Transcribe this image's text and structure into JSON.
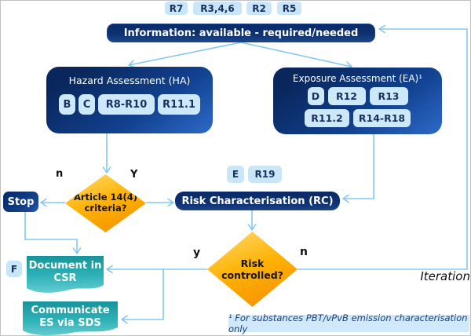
{
  "colors": {
    "navy": "#0b2d6e",
    "navy_gradient_light": "#2e6ac9",
    "chip_blue": "#c9e6f8",
    "arrow_blue": "#85c7f1",
    "diamond_orange": "#ffb103",
    "teal": "#2eb2b8",
    "footnote_bg": "#cfe9fa",
    "text_white": "#ffffff",
    "chip_text_navy": "#17305f"
  },
  "top_chips": [
    "R7",
    "R3,4,6",
    "R2",
    "R5"
  ],
  "info_bar": {
    "label": "Information: available - required/needed"
  },
  "hazard_box": {
    "title": "Hazard Assessment (HA)",
    "chips": [
      "B",
      "C",
      "R8-R10",
      "R11.1"
    ]
  },
  "exposure_box": {
    "title": "Exposure Assessment (EA)¹",
    "chips_row1": [
      "D",
      "R12",
      "R13"
    ],
    "chips_row2": [
      "R11.2",
      "R14-R18"
    ]
  },
  "rc_chips": [
    "E",
    "R19"
  ],
  "rc_bar": {
    "label": "Risk Characterisation (RC)"
  },
  "stop_box": {
    "label": "Stop"
  },
  "article_diamond": {
    "label": "Article 14(4)\ncriteria?",
    "no_label": "n",
    "yes_label": "Y"
  },
  "risk_diamond": {
    "label": "Risk\ncontrolled?",
    "yes_label": "y",
    "no_label": "n"
  },
  "f_chip": "F",
  "document_box": {
    "label": "Document in\nCSR"
  },
  "communicate_box": {
    "label": "Communicate\nES via SDS"
  },
  "iteration_label": "Iteration",
  "footnote": "¹ For substances PBT/vPvB emission characterisation only"
}
